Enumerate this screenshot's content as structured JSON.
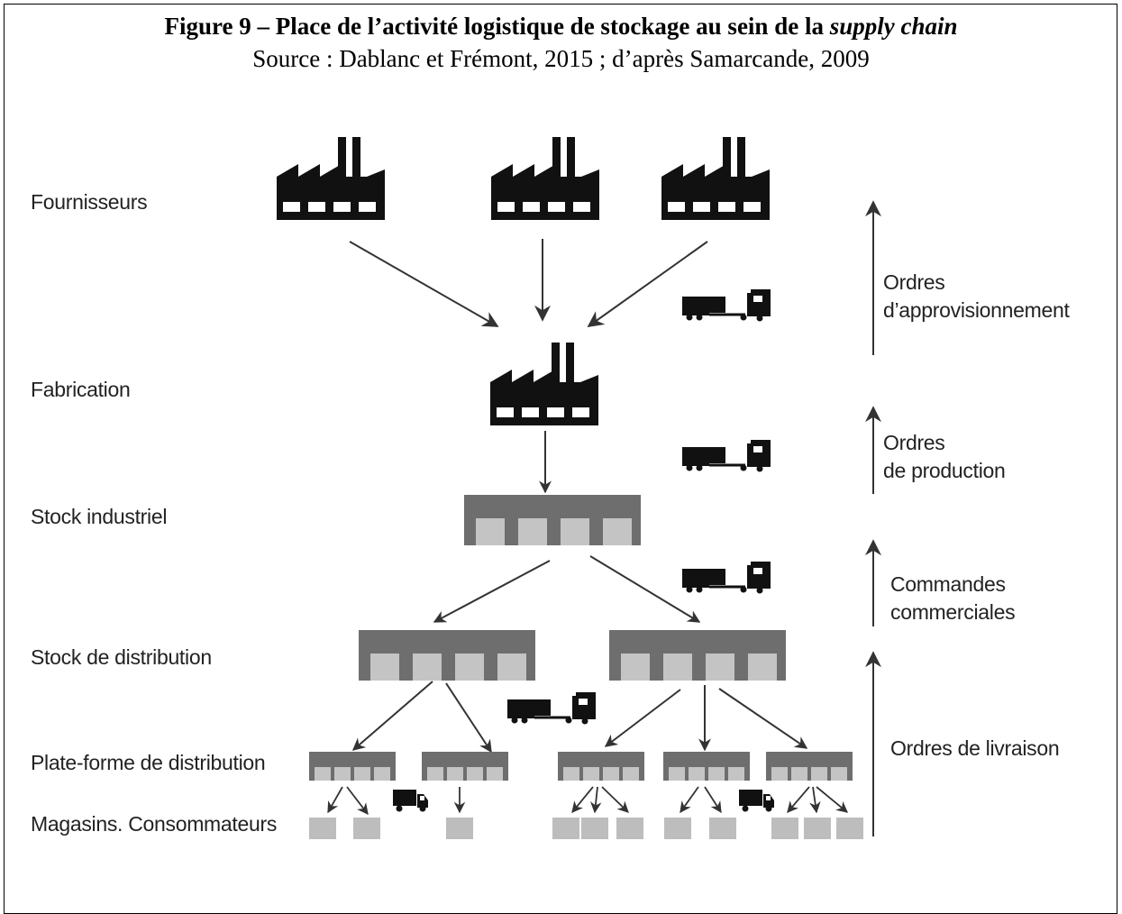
{
  "figure": {
    "title_main": "Figure 9 – Place de l’activité logistique de stockage au sein de la ",
    "title_italic": "supply chain",
    "source": "Source : Dablanc et Frémont, 2015 ; d’après Samarcande, 2009"
  },
  "levels": {
    "fournisseurs": "Fournisseurs",
    "fabrication": "Fabrication",
    "stock_industriel": "Stock industriel",
    "stock_distribution": "Stock de distribution",
    "plateforme": "Plate-forme de distribution",
    "magasins": "Magasins. Consommateurs"
  },
  "flows": {
    "approvisionnement_1": "Ordres",
    "approvisionnement_2": "d’approvisionnement",
    "production_1": "Ordres",
    "production_2": "de production",
    "commandes_1": "Commandes",
    "commandes_2": "commerciales",
    "livraison": "Ordres de livraison"
  },
  "icons": {
    "factory": "factory-icon",
    "warehouse": "warehouse-icon",
    "truck": "truck-icon",
    "store": "store-icon"
  },
  "colors": {
    "ink": "#111111",
    "warehouse_roof": "#6e6e6e",
    "warehouse_door": "#c4c4c4",
    "store": "#bdbdbd"
  }
}
